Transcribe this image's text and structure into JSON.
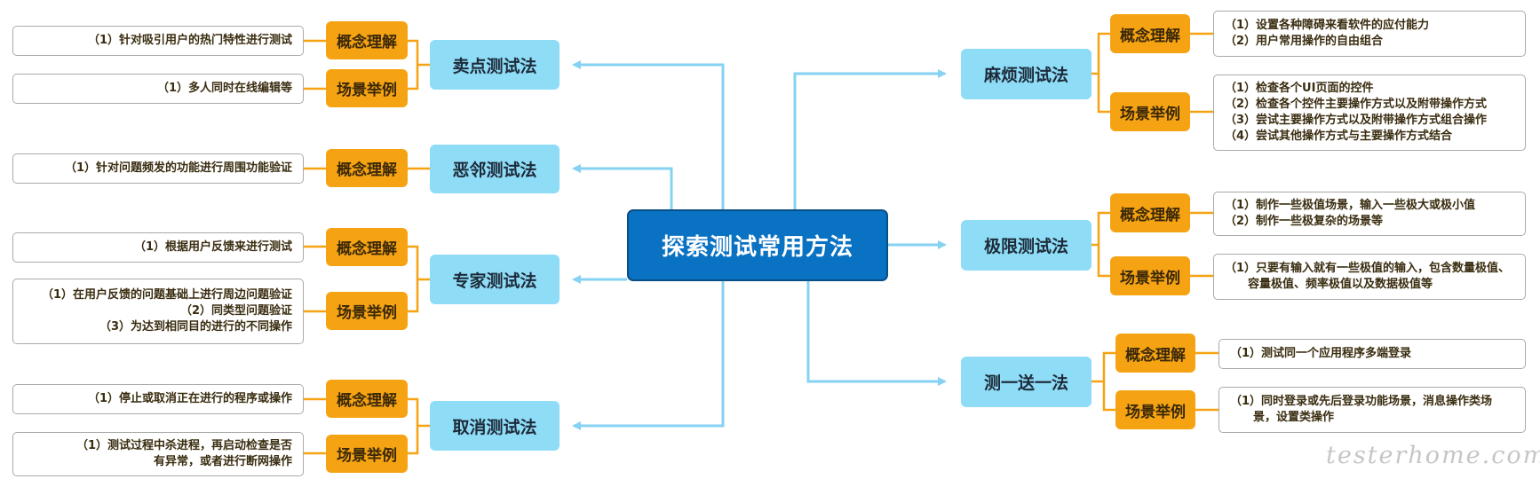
{
  "root": {
    "label": "探索测试常用方法"
  },
  "tags": {
    "concept": "概念理解",
    "scenario": "场景举例"
  },
  "methods": {
    "selling_point": {
      "label": "卖点测试法",
      "concept": [
        "（1）针对吸引用户的热门特性进行测试"
      ],
      "scenario": [
        "（1）多人同时在线编辑等"
      ]
    },
    "bad_neighbor": {
      "label": "恶邻测试法",
      "concept": [
        "（1）针对问题频发的功能进行周围功能验证"
      ]
    },
    "expert": {
      "label": "专家测试法",
      "concept": [
        "（1）根据用户反馈来进行测试"
      ],
      "scenario": [
        "（1）在用户反馈的问题基础上进行周边问题验证",
        "（2）同类型问题验证",
        "（3）为达到相同目的进行的不同操作"
      ]
    },
    "cancel": {
      "label": "取消测试法",
      "concept": [
        "（1）停止或取消正在进行的程序或操作"
      ],
      "scenario": [
        "（1）测试过程中杀进程，再启动检查是否",
        "有异常，或者进行断网操作"
      ]
    },
    "trouble": {
      "label": "麻烦测试法",
      "concept": [
        "（1）设置各种障碍来看软件的应付能力",
        "（2）用户常用操作的自由组合"
      ],
      "scenario": [
        "（1）检查各个UI页面的控件",
        "（2）检查各个控件主要操作方式以及附带操作方式",
        "（3）尝试主要操作方式以及附带操作方式组合操作",
        "（4）尝试其他操作方式与主要操作方式结合"
      ]
    },
    "limit": {
      "label": "极限测试法",
      "concept": [
        "（1）制作一些极值场景，输入一些极大或极小值",
        "（2）制作一些极复杂的场景等"
      ],
      "scenario": [
        "（1）只要有输入就有一些极值的输入，包含数量极值、容量极值、频率极值以及数据极值等"
      ]
    },
    "test_one_get_one": {
      "label": "测一送一法",
      "concept": [
        "（1）测试同一个应用程序多端登录"
      ],
      "scenario": [
        "（1）同时登录或先后登录功能场景，消息操作类场景，设置类操作"
      ]
    }
  },
  "watermark": "testerhome.com",
  "colors": {
    "root_fill": "#0a72c2",
    "method_fill": "#8fdcf6",
    "tag_fill": "#f6a313",
    "root_connector": "#85d2f2",
    "tag_connector": "#f6a313"
  }
}
